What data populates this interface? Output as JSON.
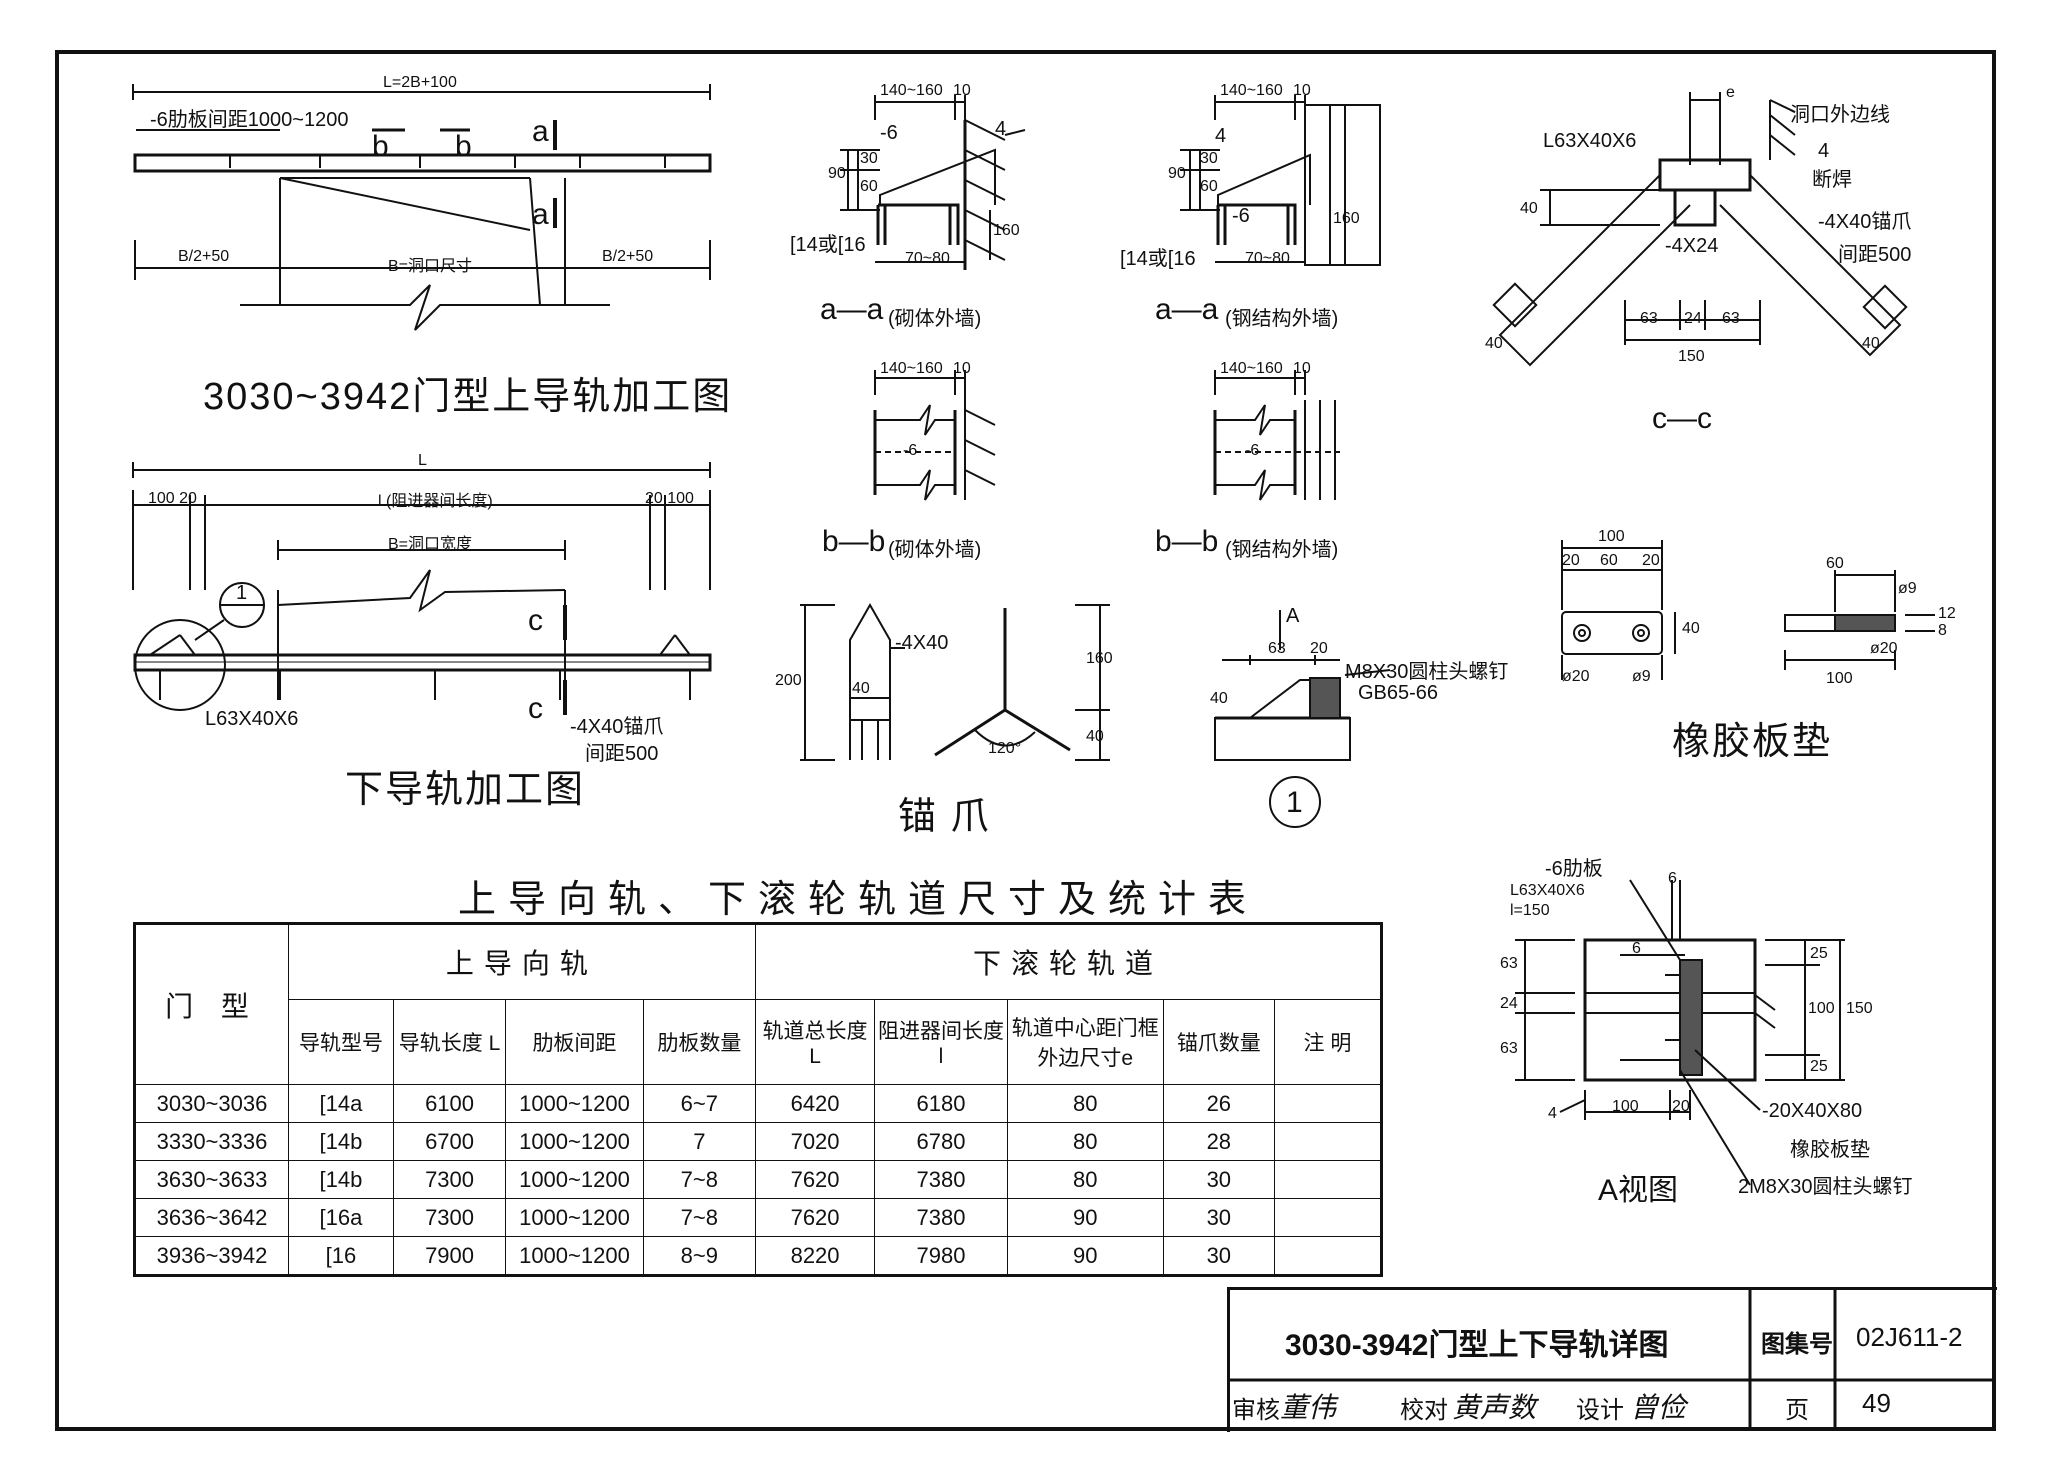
{
  "top_left": {
    "title": "3030~3942门型上导轨加工图",
    "dim_L": "L=2B+100",
    "rib_note": "-6肋板间距1000~1200",
    "section_b": "b",
    "section_a": "a",
    "dim_left": "B/2+50",
    "dim_mid": "B=洞口尺寸",
    "dim_right": "B/2+50"
  },
  "lower_left": {
    "title": "下导轨加工图",
    "dim_L": "L",
    "dim_l": "l (阻进器间长度)",
    "dim_B": "B=洞口宽度",
    "left_offsets": "100 20",
    "right_offsets": "20 100",
    "angle": "L63X40X6",
    "anchor": "-4X40锚爪",
    "spacing": "间距500",
    "section_c": "c",
    "callout": "1"
  },
  "sec_aa_masonry": {
    "dim_top": "140~160",
    "dim_10": "10",
    "plate": "-6",
    "weld": "4",
    "dims_left": [
      "90",
      "30",
      "60"
    ],
    "dim_160": "160",
    "channel": "[14或[16",
    "dim_bottom": "70~80",
    "caption": "a—a",
    "caption_note": "(砌体外墙)"
  },
  "sec_aa_steel": {
    "dim_top": "140~160",
    "dim_10": "10",
    "plate": "-6",
    "weld": "4",
    "dims_left": [
      "90",
      "30",
      "60"
    ],
    "dim_160": "160",
    "channel": "[14或[16",
    "dim_bottom": "70~80",
    "caption": "a—a",
    "caption_note": "(钢结构外墙)"
  },
  "sec_bb_masonry": {
    "dim_top": "140~160",
    "dim_10": "10",
    "rib": "-6",
    "caption": "b—b",
    "caption_note": "(砌体外墙)"
  },
  "sec_bb_steel": {
    "dim_top": "140~160",
    "dim_10": "10",
    "rib": "-6",
    "caption": "b—b",
    "caption_note": "(钢结构外墙)"
  },
  "anchor_claw": {
    "title": "锚 爪",
    "plate": "-4X40",
    "dim_200": "200",
    "dim_40": "40",
    "dim_160": "160",
    "dim_40b": "40",
    "angle": "120°"
  },
  "detail_1": {
    "view_A": "A",
    "dim_63": "63",
    "dim_20": "20",
    "dim_40": "40",
    "bolt": "M8X30圆柱头螺钉",
    "standard": "GB65-66",
    "number": "1"
  },
  "section_cc": {
    "title": "c—c",
    "dim_e": "e",
    "edge": "洞口外边线",
    "angle": "L63X40X6",
    "weld": "4",
    "weld_note": "断焊",
    "plate": "-4X24",
    "anchor": "-4X40锚爪",
    "spacing": "间距500",
    "dim_40": "40",
    "dims_bottom": [
      "63",
      "24",
      "63"
    ],
    "dim_150": "150",
    "dim_40_left": "40",
    "dim_40_right": "40"
  },
  "rubber_pad": {
    "title": "橡胶板垫",
    "dim_100": "100",
    "dims_top": [
      "20",
      "60",
      "20"
    ],
    "dim_40": "40",
    "hole_20": "ø20",
    "hole_9": "ø9",
    "dim_60": "60",
    "dim_9": "ø9",
    "dim_20b": "ø20",
    "dim_12": "12",
    "dim_8": "8",
    "dim_100b": "100"
  },
  "view_A": {
    "title": "A视图",
    "rib": "-6肋板",
    "angle": "L63X40X6",
    "length": "l=150",
    "dim_6": "6",
    "dims_left": [
      "63",
      "24",
      "63"
    ],
    "dims_right": [
      "25",
      "100",
      "25"
    ],
    "dim_150": "150",
    "dim_4": "4",
    "dim_100": "100",
    "dim_20": "20",
    "pad": "-20X40X80",
    "pad_note": "橡胶板垫",
    "bolt": "2M8X30圆柱头螺钉",
    "dim_6b": "6"
  },
  "table": {
    "title": "上导向轨、下滚轮轨道尺寸及统计表",
    "group_upper": "上导向轨",
    "group_lower": "下滚轮轨道",
    "col_type": "门 型",
    "columns": [
      "导轨型号",
      "导轨长度 L",
      "肋板间距",
      "肋板数量",
      "轨道总长度 L",
      "阻进器间长度 l",
      "轨道中心距门框外边尺寸e",
      "锚爪数量",
      "注 明"
    ],
    "rows": [
      [
        "3030~3036",
        "[14a",
        "6100",
        "1000~1200",
        "6~7",
        "6420",
        "6180",
        "80",
        "26",
        ""
      ],
      [
        "3330~3336",
        "[14b",
        "6700",
        "1000~1200",
        "7",
        "7020",
        "6780",
        "80",
        "28",
        ""
      ],
      [
        "3630~3633",
        "[14b",
        "7300",
        "1000~1200",
        "7~8",
        "7620",
        "7380",
        "80",
        "30",
        ""
      ],
      [
        "3636~3642",
        "[16a",
        "7300",
        "1000~1200",
        "7~8",
        "7620",
        "7380",
        "90",
        "30",
        ""
      ],
      [
        "3936~3942",
        "[16",
        "7900",
        "1000~1200",
        "8~9",
        "8220",
        "7980",
        "90",
        "30",
        ""
      ]
    ]
  },
  "title_block": {
    "drawing_title": "3030-3942门型上下导轨详图",
    "atlas_label": "图集号",
    "atlas_no": "02J611-2",
    "review": "审核",
    "check": "校对",
    "design": "设计",
    "page_label": "页",
    "page_no": "49",
    "sig_review": "董伟",
    "sig_check": "黄声数",
    "sig_design": "曾俭"
  }
}
